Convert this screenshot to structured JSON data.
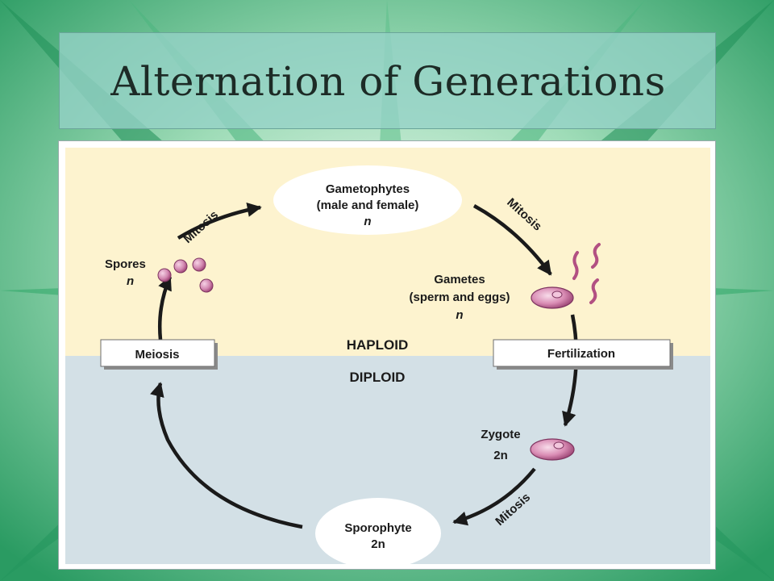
{
  "title": "Alternation of Generations",
  "colors": {
    "haploid_bg": "#fdf3cf",
    "diploid_bg": "#d3e0e6",
    "arrow": "#1a1a1a",
    "cell": "#c25b90",
    "backdrop_green": "#2fa868"
  },
  "zones": {
    "haploid": "HAPLOID",
    "diploid": "DIPLOID"
  },
  "stages": {
    "gametophytes": {
      "line1": "Gametophytes",
      "line2": "(male and female)",
      "ploidy": "n"
    },
    "gametes": {
      "line1": "Gametes",
      "line2": "(sperm and eggs)",
      "ploidy": "n"
    },
    "zygote": {
      "label": "Zygote",
      "ploidy": "2n"
    },
    "sporophyte": {
      "label": "Sporophyte",
      "ploidy": "2n"
    },
    "spores": {
      "label": "Spores",
      "ploidy": "n"
    }
  },
  "processes": {
    "meiosis": "Meiosis",
    "fertilization": "Fertilization",
    "mitosis_1": "Mitosis",
    "mitosis_2": "Mitosis",
    "mitosis_3": "Mitosis"
  }
}
